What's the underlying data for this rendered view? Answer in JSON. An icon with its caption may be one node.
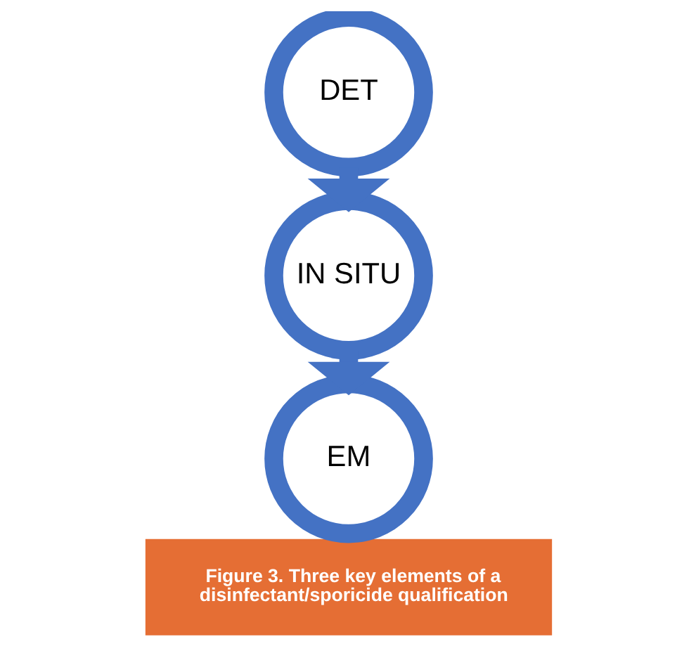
{
  "diagram": {
    "caption": "Figure 3. Three key elements of a disinfectant/sporicide qualification",
    "nodes": [
      {
        "text": [
          "DET"
        ]
      },
      {
        "text": [
          "IN SITU"
        ]
      },
      {
        "text": [
          "EM"
        ]
      }
    ],
    "edges": [
      {
        "from": 0,
        "to": 1,
        "arrow": "to"
      },
      {
        "from": 1,
        "to": 2,
        "arrow": "to"
      }
    ]
  }
}
